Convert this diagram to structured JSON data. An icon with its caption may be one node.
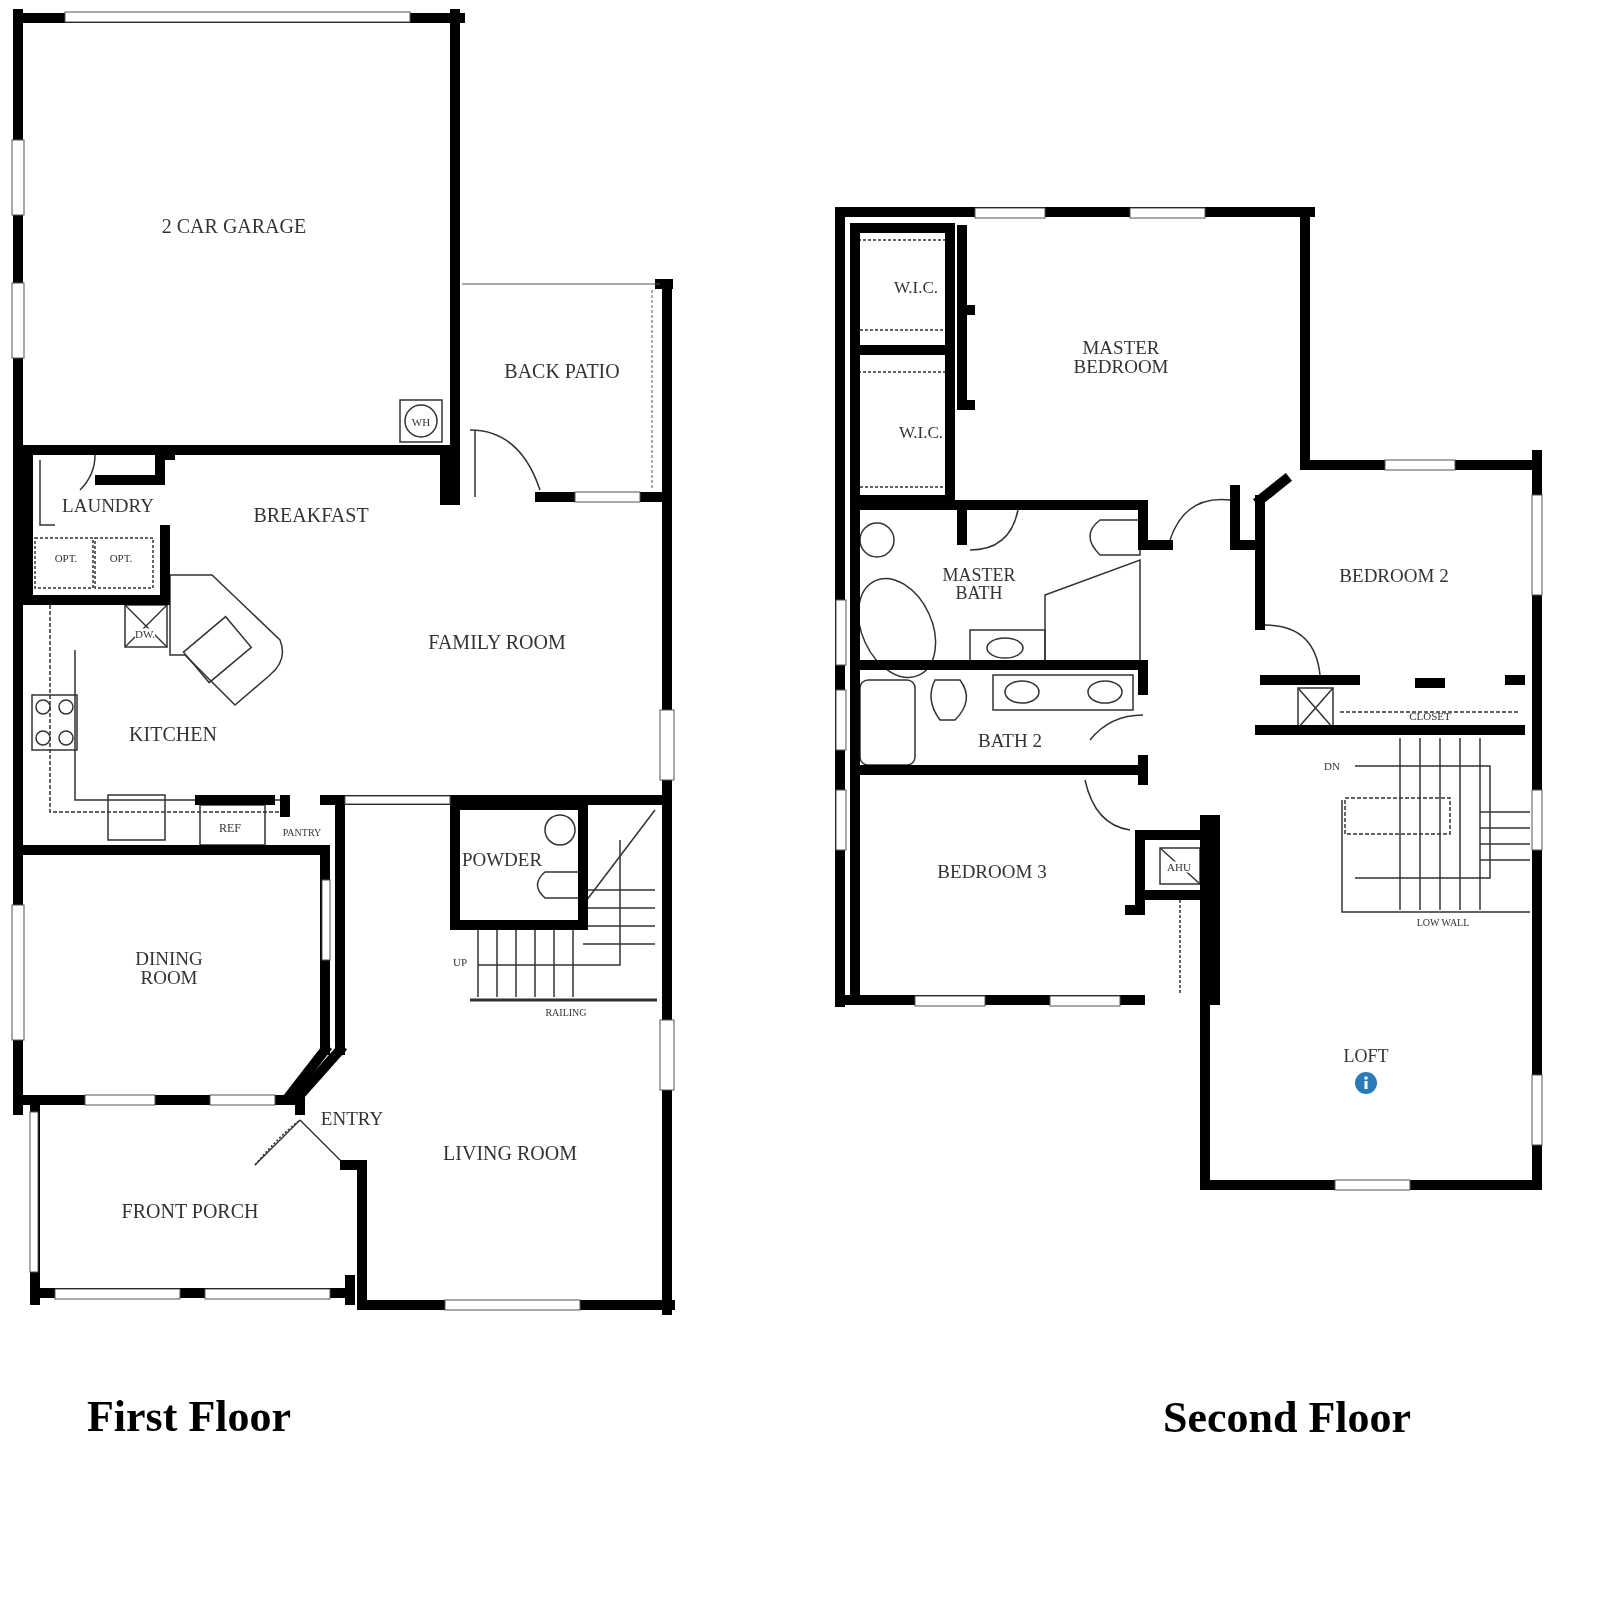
{
  "diagram": {
    "labels": [
      "2 CAR GARAGE",
      "BACK PATIO",
      "WH",
      "LAUNDRY",
      "BREAKFAST",
      "OPT.",
      "OPT.",
      "DW.",
      "FAMILY ROOM",
      "KITCHEN",
      "REF",
      "PANTRY",
      "POWDER",
      "DINING ROOM",
      "UP",
      "RAILING",
      "ENTRY",
      "LIVING ROOM",
      "FRONT PORCH",
      "W.I.C.",
      "MASTER BEDROOM",
      "W.I.C.",
      "MASTER BATH",
      "BEDROOM 2",
      "CLOSET",
      "BATH 2",
      "DN",
      "AHU",
      "BEDROOM 3",
      "LOW WALL",
      "LOFT",
      "First Floor",
      "Second Floor"
    ]
  }
}
